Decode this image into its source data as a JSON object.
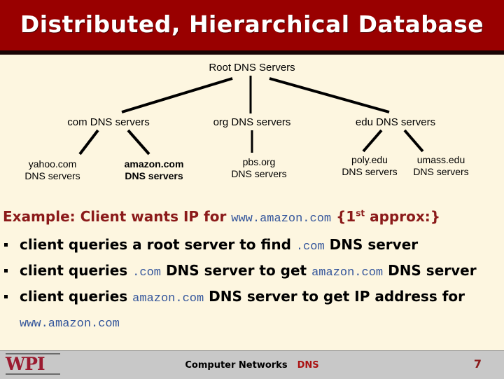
{
  "slide": {
    "title": "Distributed, Hierarchical Database",
    "banner_color": "#990000",
    "background_color": "#fdf6e0"
  },
  "tree": {
    "root": {
      "label": "Root DNS Servers"
    },
    "level2": [
      {
        "label": "com DNS servers"
      },
      {
        "label": "org DNS servers"
      },
      {
        "label": "edu DNS servers"
      }
    ],
    "level3": [
      {
        "line1": "yahoo.com",
        "line2": "DNS servers",
        "bold": false
      },
      {
        "line1": "amazon.com",
        "line2": "DNS servers",
        "bold": true
      },
      {
        "line1": "pbs.org",
        "line2": "DNS servers",
        "bold": false
      },
      {
        "line1": "poly.edu",
        "line2": "DNS servers",
        "bold": false
      },
      {
        "line1": "umass.edu",
        "line2": "DNS servers",
        "bold": false
      }
    ]
  },
  "example": {
    "prefix": "Example: Client wants IP for ",
    "host": "www.amazon.com",
    "suffix_open": " {1",
    "suffix_sup": "st",
    "suffix_close": " approx:}",
    "text_color": "#8b1a1a",
    "mono_color": "#33559b"
  },
  "bullets": [
    {
      "p1": "client queries a root server to find ",
      "m1": ".com",
      "p2": " DNS server",
      "m2": "",
      "p3": ""
    },
    {
      "p1": "client queries ",
      "m1": ".com",
      "p2": " DNS server to get ",
      "m2": "amazon.com",
      "p3": " DNS server"
    },
    {
      "p1": "client queries ",
      "m1": "amazon.com",
      "p2": " DNS server to get IP address for ",
      "m2": "www.amazon.com",
      "p3": ""
    }
  ],
  "footer": {
    "logo_text": "WPI",
    "course": "Computer Networks",
    "topic": "DNS",
    "page": "7",
    "bar_color": "#c8c8c8"
  }
}
